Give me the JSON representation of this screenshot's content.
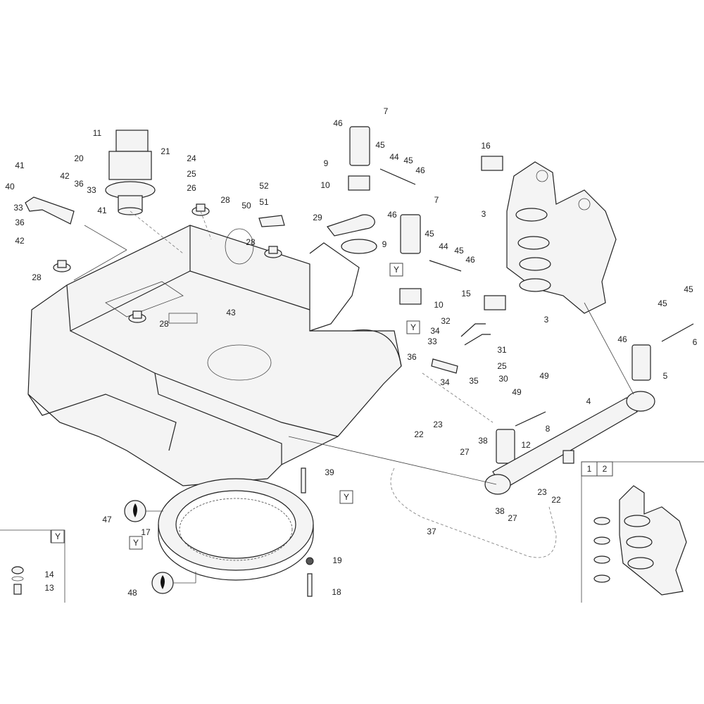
{
  "diagram": {
    "callouts": [
      "11",
      "20",
      "21",
      "24",
      "25",
      "26",
      "28",
      "41",
      "42",
      "36",
      "33",
      "40",
      "33",
      "36",
      "42",
      "41",
      "52",
      "51",
      "50",
      "28",
      "28",
      "28",
      "43",
      "46",
      "7",
      "45",
      "44",
      "45",
      "46",
      "9",
      "10",
      "29",
      "46",
      "7",
      "9",
      "45",
      "44",
      "45",
      "46",
      "10",
      "16",
      "3",
      "15",
      "3",
      "45",
      "45",
      "6",
      "46",
      "5",
      "4",
      "32",
      "34",
      "31",
      "33",
      "36",
      "25",
      "30",
      "34",
      "35",
      "49",
      "49",
      "8",
      "22",
      "23",
      "38",
      "27",
      "12",
      "23",
      "22",
      "38",
      "27",
      "37",
      "39",
      "47",
      "17",
      "19",
      "48",
      "18",
      "14",
      "13"
    ],
    "section_marker": "Y",
    "inset_variants": [
      "1",
      "2"
    ],
    "grease_icon": "grease-drop-icon"
  }
}
